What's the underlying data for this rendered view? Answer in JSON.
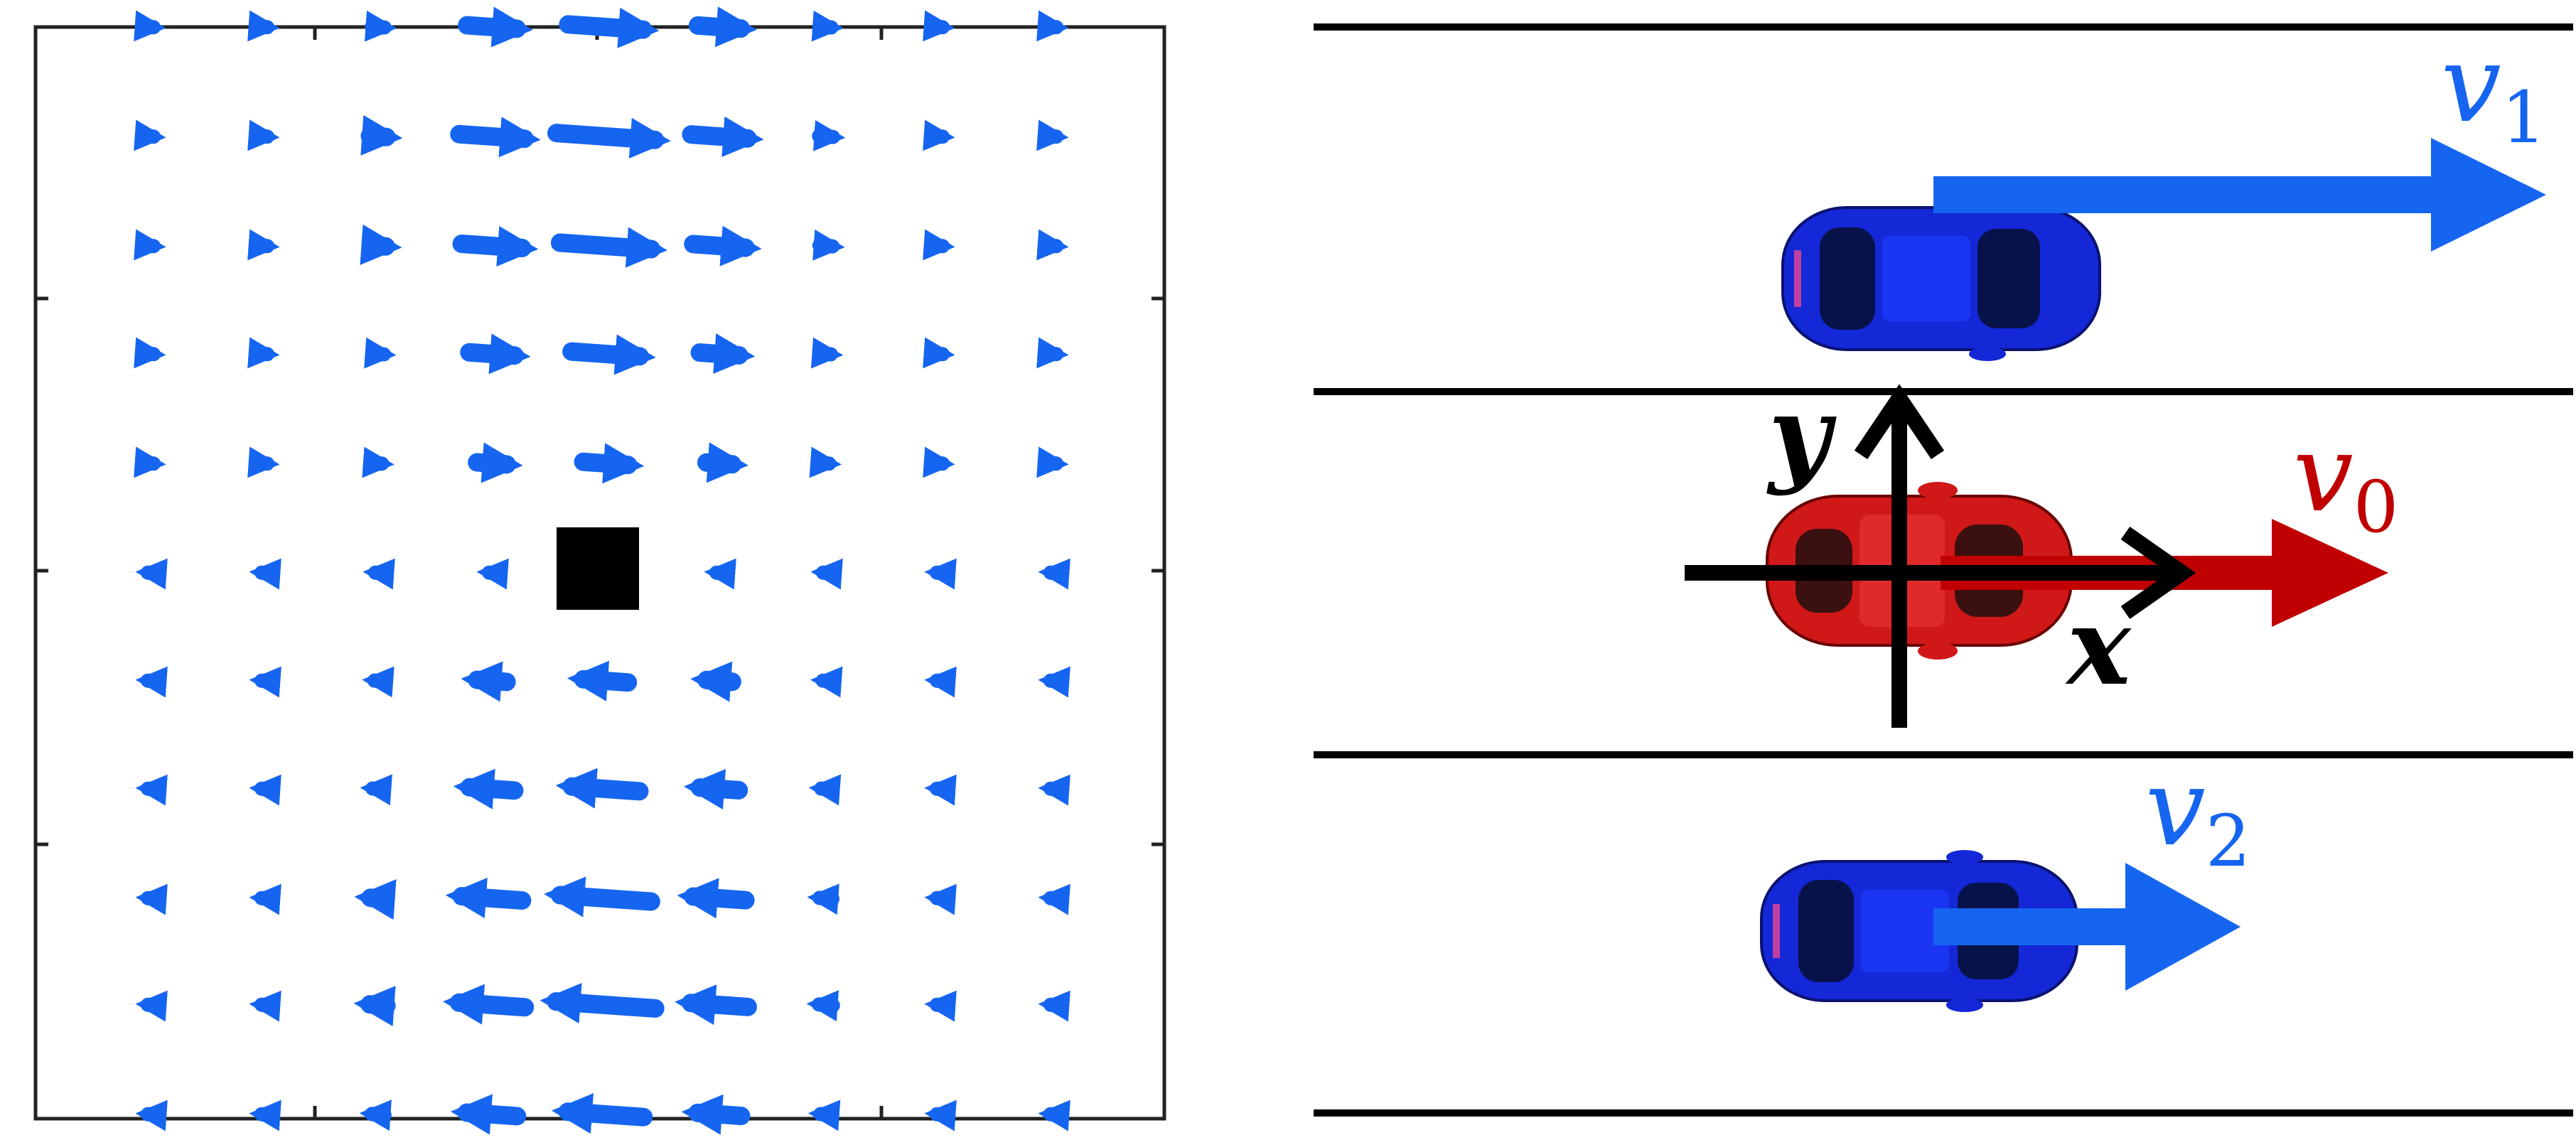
{
  "colors": {
    "field_arrow": "#1565f0",
    "ego_car": "#d01818",
    "ego_arrow": "#c00000",
    "other_car": "#1428d8",
    "other_arrow": "#1565f0",
    "axes": "#000000",
    "obstacle": "#000000",
    "lane_line": "#000000"
  },
  "vector_field": {
    "description_icon": "quiver-arrows",
    "obstacle_icon": "black-square"
  },
  "scene": {
    "lanes": 3,
    "labels": {
      "v1": {
        "base": "v",
        "sub": "1"
      },
      "v0": {
        "base": "v",
        "sub": "0"
      },
      "v2": {
        "base": "v",
        "sub": "2"
      },
      "x_axis": "x",
      "y_axis": "y"
    },
    "cars": [
      {
        "id": "car-top",
        "role": "other",
        "velocity_label": "v1"
      },
      {
        "id": "car-ego",
        "role": "ego",
        "velocity_label": "v0"
      },
      {
        "id": "car-bottom",
        "role": "other",
        "velocity_label": "v2"
      }
    ]
  }
}
